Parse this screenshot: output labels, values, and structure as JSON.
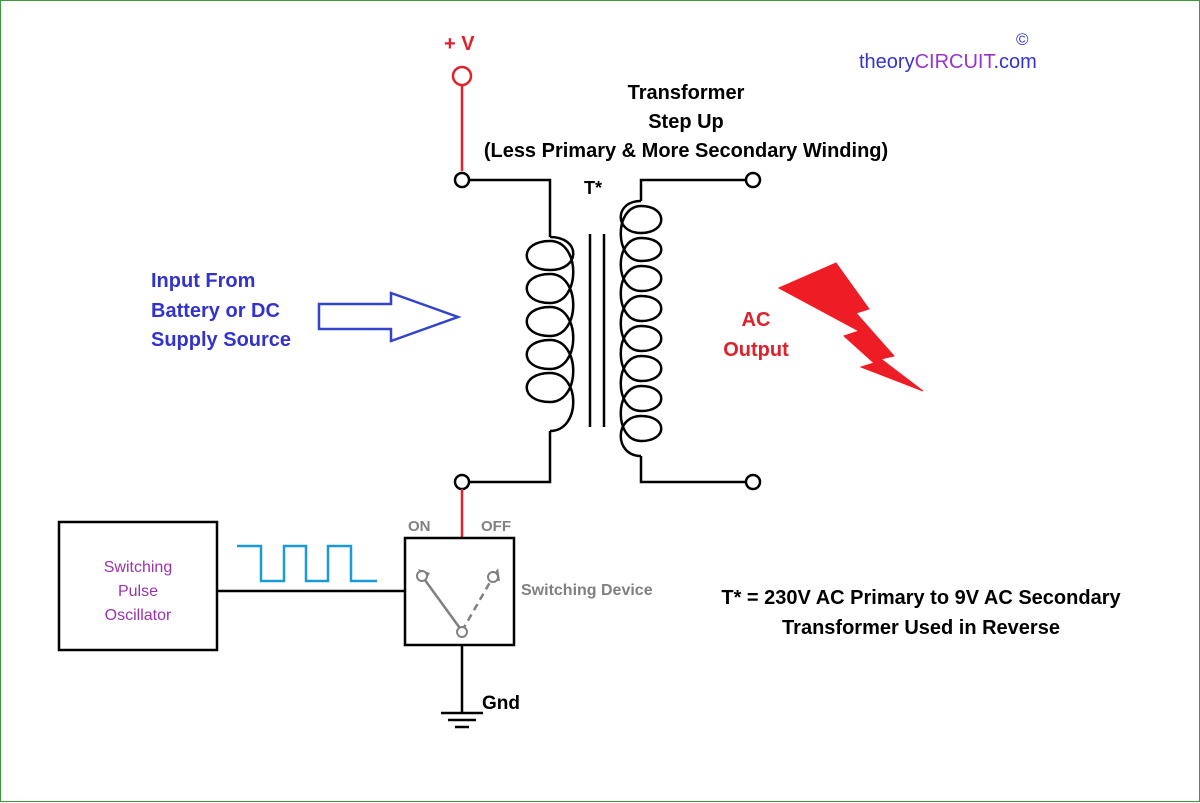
{
  "watermark": {
    "prefix": "theory",
    "brand": "CIRCUIT",
    "suffix": ".com",
    "copyright": "©"
  },
  "supply": {
    "label": "+ V"
  },
  "transformer": {
    "title_line1": "Transformer",
    "title_line2": "Step Up",
    "title_line3": "(Less Primary & More Secondary Winding)",
    "designator": "T*"
  },
  "input_note": {
    "line1": "Input From",
    "line2": "Battery or DC",
    "line3": "Supply Source"
  },
  "output_note": {
    "line1": "AC",
    "line2": "Output"
  },
  "oscillator": {
    "line1": "Switching",
    "line2": "Pulse",
    "line3": "Oscillator"
  },
  "switch": {
    "on_label": "ON",
    "off_label": "OFF",
    "device_label": "Switching Device"
  },
  "ground": {
    "label": "Gnd"
  },
  "footnote": {
    "line1": "T* = 230V AC Primary to 9V AC Secondary",
    "line2": "Transformer Used in Reverse"
  },
  "colors": {
    "wire": "#000000",
    "supply_wire": "#e0202a",
    "supply_label": "#e0202a",
    "input_text": "#3333cc",
    "input_arrow": "#3344cc",
    "output_text": "#e0202a",
    "lightning": "#ee1c24",
    "pulse": "#1a9ad6",
    "oscillator_text": "#9933aa",
    "switch_gray": "#808080",
    "watermark_blue": "#3333cc",
    "watermark_purple": "#9933cc"
  }
}
